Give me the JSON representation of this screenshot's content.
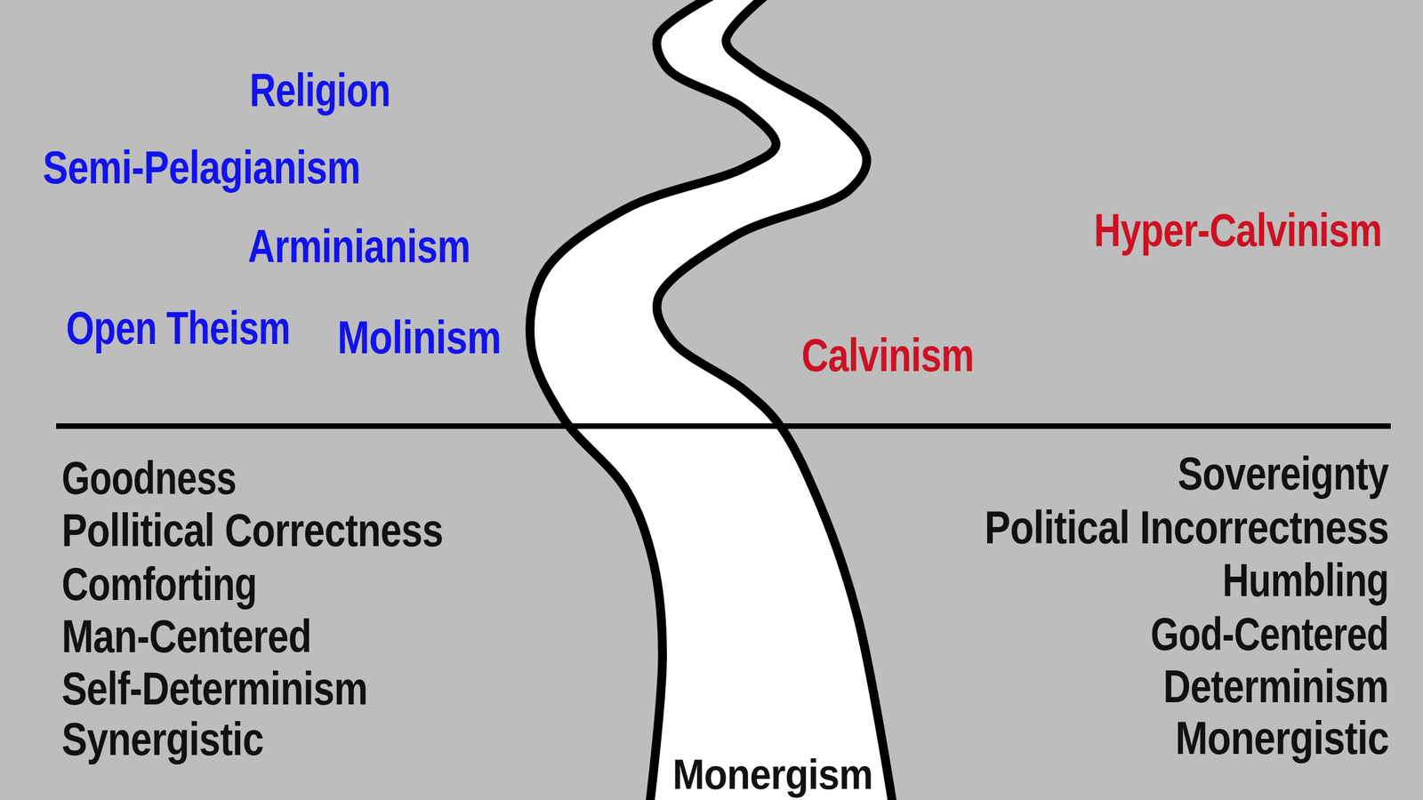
{
  "diagram": {
    "labels": [
      "Religion",
      "Semi-Pelagianism",
      "Arminianism",
      "Open Theism",
      "Molinism",
      "Hyper-Calvinism",
      "Calvinism",
      "Goodness",
      "Pollitical Correctness",
      "Comforting",
      "Man-Centered",
      "Self-Determinism",
      "Synergistic",
      "Sovereignty",
      "Political Incorrectness",
      "Humbling",
      "God-Centered",
      "Determinism",
      "Monergistic",
      "Monergism"
    ]
  }
}
